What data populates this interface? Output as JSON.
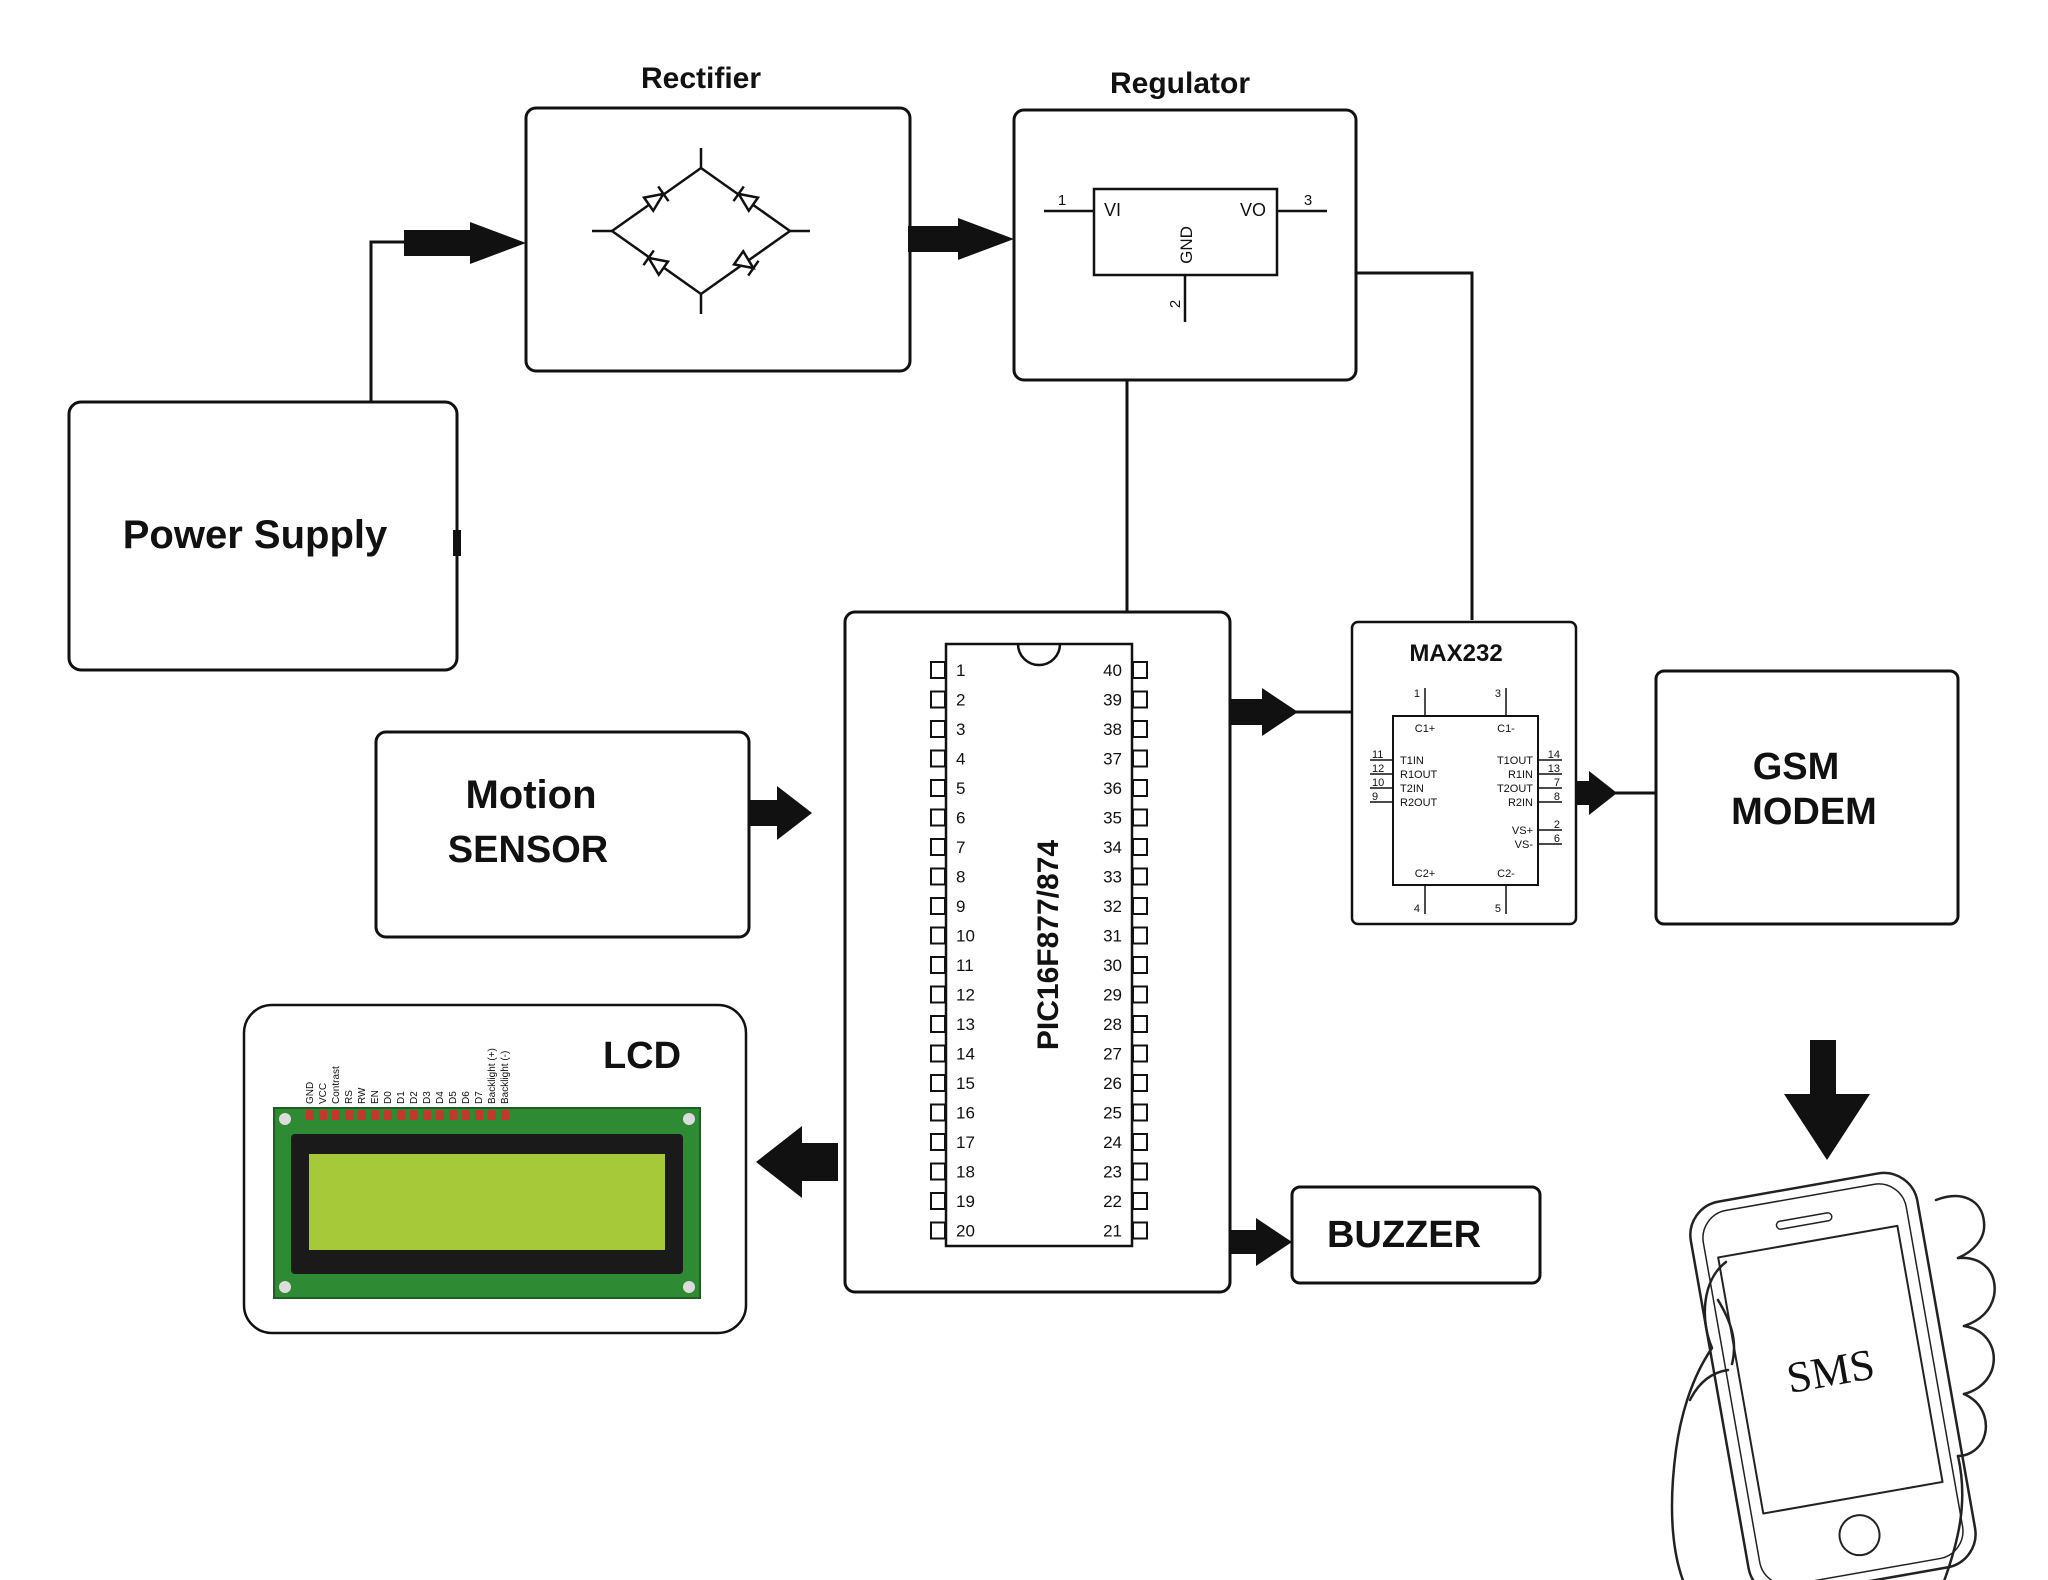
{
  "blocks": {
    "power_supply": "Power Supply",
    "rectifier": "Rectifier",
    "regulator": "Regulator",
    "motion_sensor": [
      "Motion",
      "SENSOR"
    ],
    "lcd": "LCD",
    "mcu": "PIC16F877/874",
    "max232": "MAX232",
    "gsm": [
      "GSM",
      "MODEM"
    ],
    "buzzer": "BUZZER",
    "sms": "SMS"
  },
  "regulator_ic": {
    "in_label": "VI",
    "out_label": "VO",
    "gnd_label": "GND",
    "pin_in": "1",
    "pin_out": "3",
    "pin_gnd": "2"
  },
  "mcu_pins": {
    "left": [
      "1",
      "2",
      "3",
      "4",
      "5",
      "6",
      "7",
      "8",
      "9",
      "10",
      "11",
      "12",
      "13",
      "14",
      "15",
      "16",
      "17",
      "18",
      "19",
      "20"
    ],
    "right": [
      "40",
      "39",
      "38",
      "37",
      "36",
      "35",
      "34",
      "33",
      "32",
      "31",
      "30",
      "29",
      "28",
      "27",
      "26",
      "25",
      "24",
      "23",
      "22",
      "21"
    ]
  },
  "max232_ic": {
    "top_pins": [
      "1",
      "3"
    ],
    "top_labels": [
      "C1+",
      "C1-"
    ],
    "bottom_pins": [
      "4",
      "5"
    ],
    "bottom_labels": [
      "C2+",
      "C2-"
    ],
    "left_pins": [
      "11",
      "12",
      "10",
      "9"
    ],
    "left_labels": [
      "T1IN",
      "R1OUT",
      "T2IN",
      "R2OUT"
    ],
    "right_pins": [
      "14",
      "13",
      "7",
      "8"
    ],
    "right_labels": [
      "T1OUT",
      "R1IN",
      "T2OUT",
      "R2IN"
    ],
    "power_pins": [
      "2",
      "6"
    ],
    "power_labels": [
      "VS+",
      "VS-"
    ]
  },
  "lcd_pins": [
    "GND",
    "VCC",
    "Contrast",
    "RS",
    "RW",
    "EN",
    "D0",
    "D1",
    "D2",
    "D3",
    "D4",
    "D5",
    "D6",
    "D7",
    "Backlight (+)",
    "Backlight (-)"
  ],
  "colors": {
    "stroke": "#111111",
    "lcd_pcb": "#2f8a34",
    "lcd_bezel": "#1a1a1a",
    "lcd_screen": "#a6c93a"
  }
}
